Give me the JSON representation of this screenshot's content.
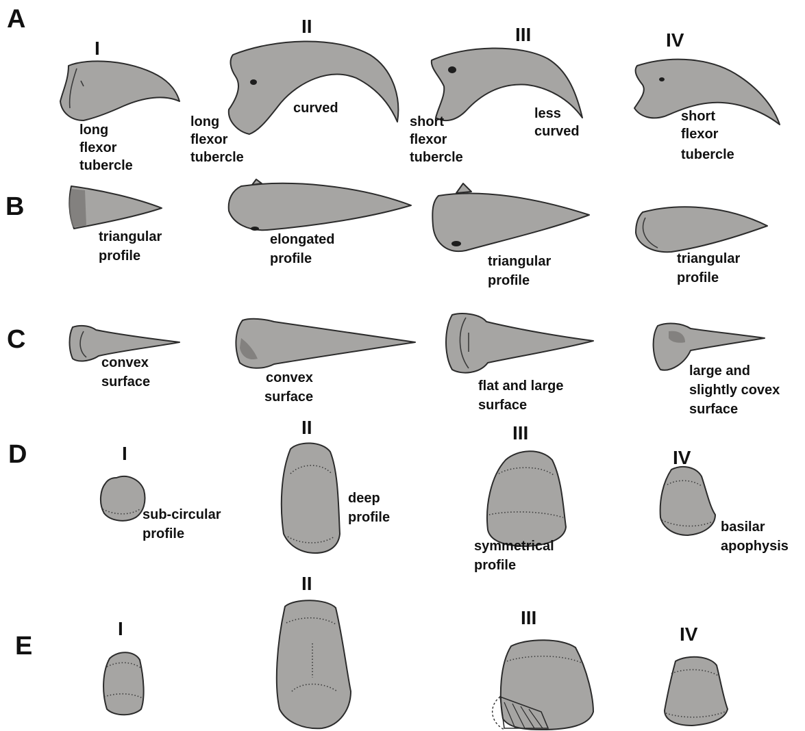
{
  "colors": {
    "bone_fill": "#a6a5a3",
    "outline": "#2b2b2b",
    "text": "#111111",
    "background": "#ffffff"
  },
  "rows": [
    {
      "letter": "A",
      "numerals": [
        "I",
        "II",
        "III",
        "IV"
      ],
      "labels": {
        "I": [
          "long",
          "flexor",
          "tubercle"
        ],
        "II_a": [
          "long",
          "flexor",
          "tubercle"
        ],
        "II_b": [
          "curved"
        ],
        "III_a": [
          "short",
          "flexor",
          "tubercle"
        ],
        "III_b": [
          "less",
          "curved"
        ],
        "IV": [
          "short",
          "flexor",
          "tubercle"
        ]
      }
    },
    {
      "letter": "B",
      "labels": {
        "I": [
          "triangular",
          "profile"
        ],
        "II": [
          "elongated",
          "profile"
        ],
        "III": [
          "triangular",
          "profile"
        ],
        "IV": [
          "triangular",
          "profile"
        ]
      }
    },
    {
      "letter": "C",
      "labels": {
        "I": [
          "convex",
          "surface"
        ],
        "II": [
          "convex",
          "surface"
        ],
        "III": [
          "flat and large",
          "surface"
        ],
        "IV": [
          "large and",
          "slightly covex",
          "surface"
        ]
      }
    },
    {
      "letter": "D",
      "numerals": [
        "I",
        "II",
        "III",
        "IV"
      ],
      "labels": {
        "I": [
          "sub-circular",
          "profile"
        ],
        "II": [
          "deep",
          "profile"
        ],
        "III": [
          "symmetrical",
          "profile"
        ],
        "IV": [
          "basilar",
          "apophysis"
        ]
      }
    },
    {
      "letter": "E",
      "numerals": [
        "I",
        "II",
        "III",
        "IV"
      ]
    }
  ]
}
